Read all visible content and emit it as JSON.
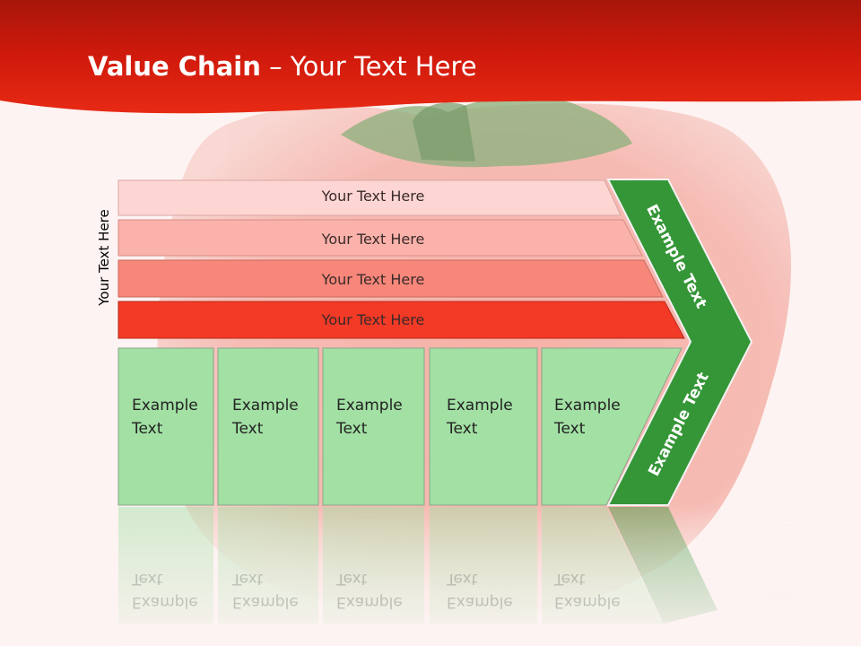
{
  "title": {
    "bold": "Value Chain",
    "rest": " – Your Text Here"
  },
  "side_label": "Your Text Here",
  "bars": [
    {
      "label": "Your Text Here",
      "color": "#fdd6d4"
    },
    {
      "label": "Your Text Here",
      "color": "#fab2aa"
    },
    {
      "label": "Your Text Here",
      "color": "#f7877a"
    },
    {
      "label": "Your Text Here",
      "color": "#f23a26"
    }
  ],
  "boxes": [
    {
      "label": "Example\nText"
    },
    {
      "label": "Example\nText"
    },
    {
      "label": "Example\nText"
    },
    {
      "label": "Example\nText"
    },
    {
      "label": "Example\nText"
    }
  ],
  "chevron": {
    "upper_label": "Example Text",
    "lower_label": "Example Text",
    "color": "#359637"
  },
  "colors": {
    "header": "#d8140a",
    "box_fill": "#a2e0a4",
    "box_stroke": "#8aa68a",
    "background": "#fdf3f2"
  }
}
